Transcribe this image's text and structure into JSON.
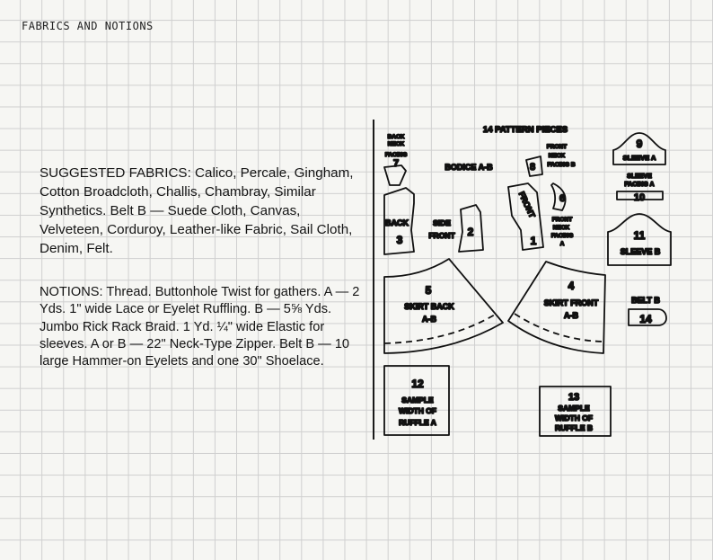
{
  "header": {
    "title": "FABRICS AND NOTIONS"
  },
  "fabrics": {
    "heading": "SUGGESTED FABRICS:",
    "body": "Calico, Percale, Gingham, Cotton Broadcloth, Challis, Chambray, Similar Synthetics. Belt B — Suede Cloth, Canvas, Velveteen, Corduroy, Leather-like Fabric, Sail Cloth, Denim, Felt."
  },
  "notions": {
    "heading": "NOTIONS:",
    "body": "Thread. Buttonhole Twist for gathers. A — 2 Yds. 1\" wide Lace or Eyelet Ruffling. B — 5⅝ Yds. Jumbo Rick Rack Braid. 1 Yd. ¼\" wide Elastic for sleeves. A or B — 22\" Neck-Type Zipper. Belt B — 10 large Hammer-on Eyelets and one 30\" Shoelace."
  },
  "pattern": {
    "title": "14 PATTERN PIECES",
    "bodice_label": "BODICE A-B",
    "pieces": {
      "back_neck_facing": {
        "label": [
          "BACK",
          "NECK",
          "FACING"
        ],
        "number": "7"
      },
      "front_neck_facing_b": {
        "label": [
          "FRONT",
          "NECK",
          "FACING B"
        ],
        "number": "8"
      },
      "front_neck_facing_a": {
        "label": [
          "FRONT",
          "NECK",
          "FACING",
          "A"
        ],
        "number": "6"
      },
      "back": {
        "label": "BACK",
        "number": "3"
      },
      "side_front": {
        "label": [
          "SIDE",
          "FRONT"
        ],
        "number": "2"
      },
      "front": {
        "label": "FRONT",
        "number": "1"
      },
      "sleeve_a": {
        "label": "SLEEVE A",
        "number": "9"
      },
      "sleeve_facing_a": {
        "label": [
          "SLEEVE",
          "FACING A"
        ],
        "number": "10"
      },
      "sleeve_b": {
        "label": "SLEEVE B",
        "number": "11"
      },
      "skirt_back": {
        "label": [
          "SKIRT BACK",
          "A-B"
        ],
        "number": "5"
      },
      "skirt_front": {
        "label": [
          "SKIRT FRONT",
          "A-B"
        ],
        "number": "4"
      },
      "belt_b": {
        "label": "BELT B",
        "number": "14"
      },
      "sample_ruffle_a": {
        "label": [
          "SAMPLE",
          "WIDTH OF",
          "RUFFLE A"
        ],
        "number": "12"
      },
      "sample_ruffle_b": {
        "label": [
          "SAMPLE",
          "WIDTH OF",
          "RUFFLE B"
        ],
        "number": "13"
      }
    }
  }
}
